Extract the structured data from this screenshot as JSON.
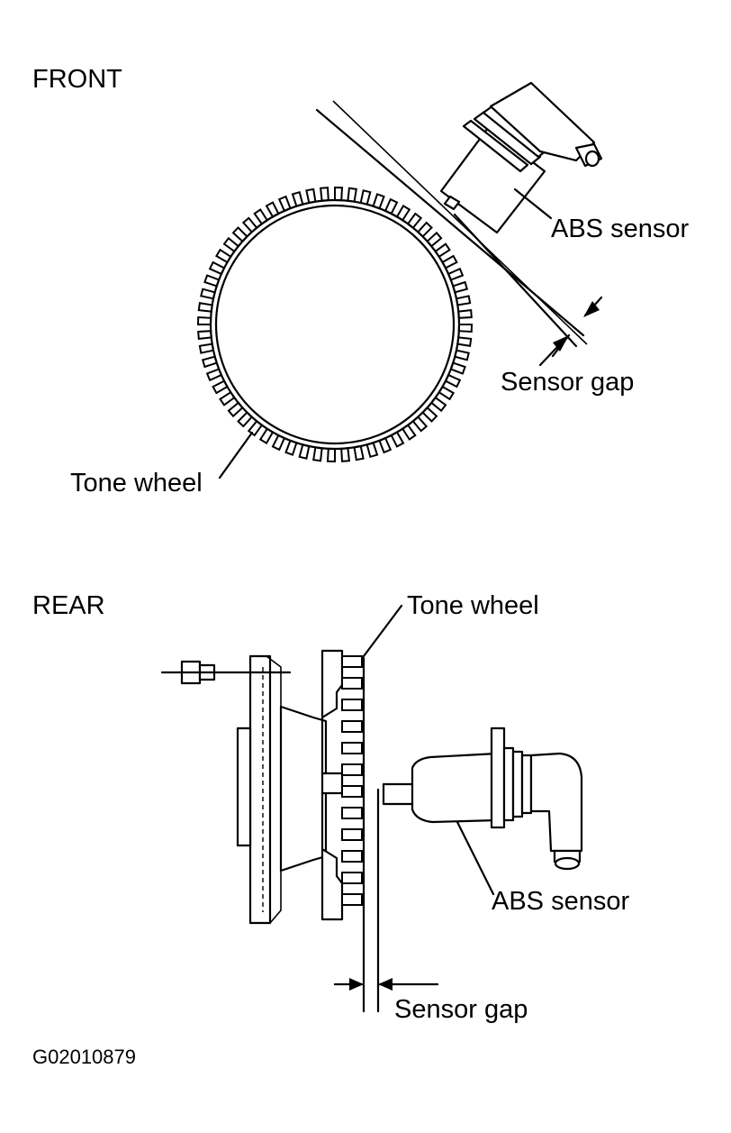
{
  "front": {
    "title": "FRONT",
    "abs_sensor_label": "ABS sensor",
    "sensor_gap_label": "Sensor gap",
    "tone_wheel_label": "Tone wheel"
  },
  "rear": {
    "title": "REAR",
    "tone_wheel_label": "Tone wheel",
    "abs_sensor_label": "ABS sensor",
    "sensor_gap_label": "Sensor gap"
  },
  "figure_id": "G02010879"
}
